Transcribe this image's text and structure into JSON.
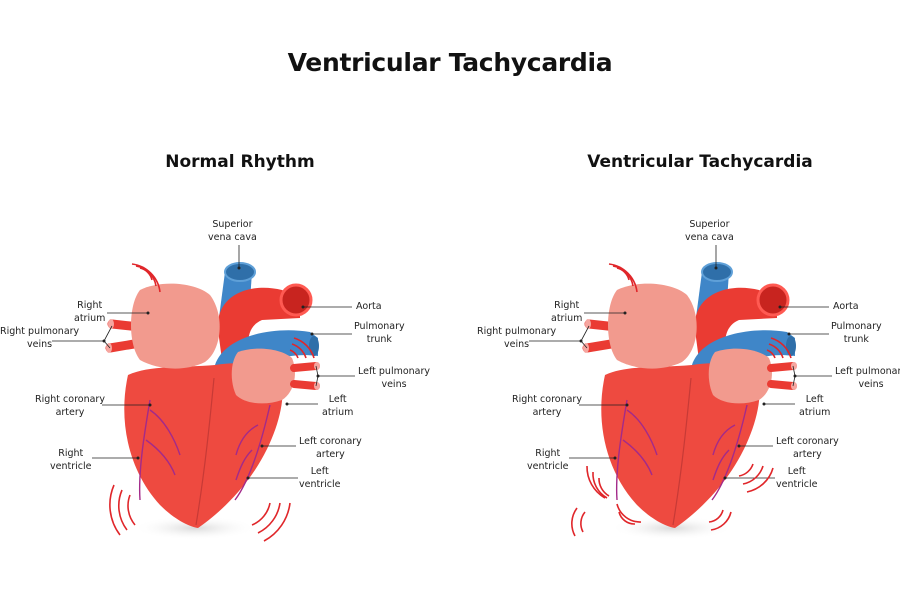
{
  "title": "Ventricular Tachycardia",
  "panels": [
    {
      "title": "Normal Rhythm",
      "labels": {
        "svc_1": "Superior",
        "svc_2": "vena cava",
        "ra_1": "Right",
        "ra_2": "atrium",
        "rpv_1": "Right pulmonary",
        "rpv_2": "veins",
        "rca_1": "Right coronary",
        "rca_2": "artery",
        "rv_1": "Right",
        "rv_2": "ventricle",
        "aorta": "Aorta",
        "pt_1": "Pulmonary",
        "pt_2": "trunk",
        "lpv_1": "Left pulmonary",
        "lpv_2": "veins",
        "la_1": "Left",
        "la_2": "atrium",
        "lca_1": "Left coronary",
        "lca_2": "artery",
        "lv_1": "Left",
        "lv_2": "ventricle"
      }
    },
    {
      "title": "Ventricular Tachycardia",
      "labels": {
        "svc_1": "Superior",
        "svc_2": "vena cava",
        "ra_1": "Right",
        "ra_2": "atrium",
        "rpv_1": "Right pulmonary",
        "rpv_2": "veins",
        "rca_1": "Right coronary",
        "rca_2": "artery",
        "rv_1": "Right",
        "rv_2": "ventricle",
        "aorta": "Aorta",
        "pt_1": "Pulmonary",
        "pt_2": "trunk",
        "lpv_1": "Left pulmonary",
        "lpv_2": "veins",
        "la_1": "Left",
        "la_2": "atrium",
        "lca_1": "Left coronary",
        "lca_2": "artery",
        "lv_1": "Left",
        "lv_2": "ventricle"
      }
    }
  ],
  "colors": {
    "ventricle": "#ee4a40",
    "atrium": "#f29a8e",
    "vein_blue": "#3f86c8",
    "artery_red": "#ea3b33",
    "vibration": "#e0262a",
    "line": "#222222"
  }
}
